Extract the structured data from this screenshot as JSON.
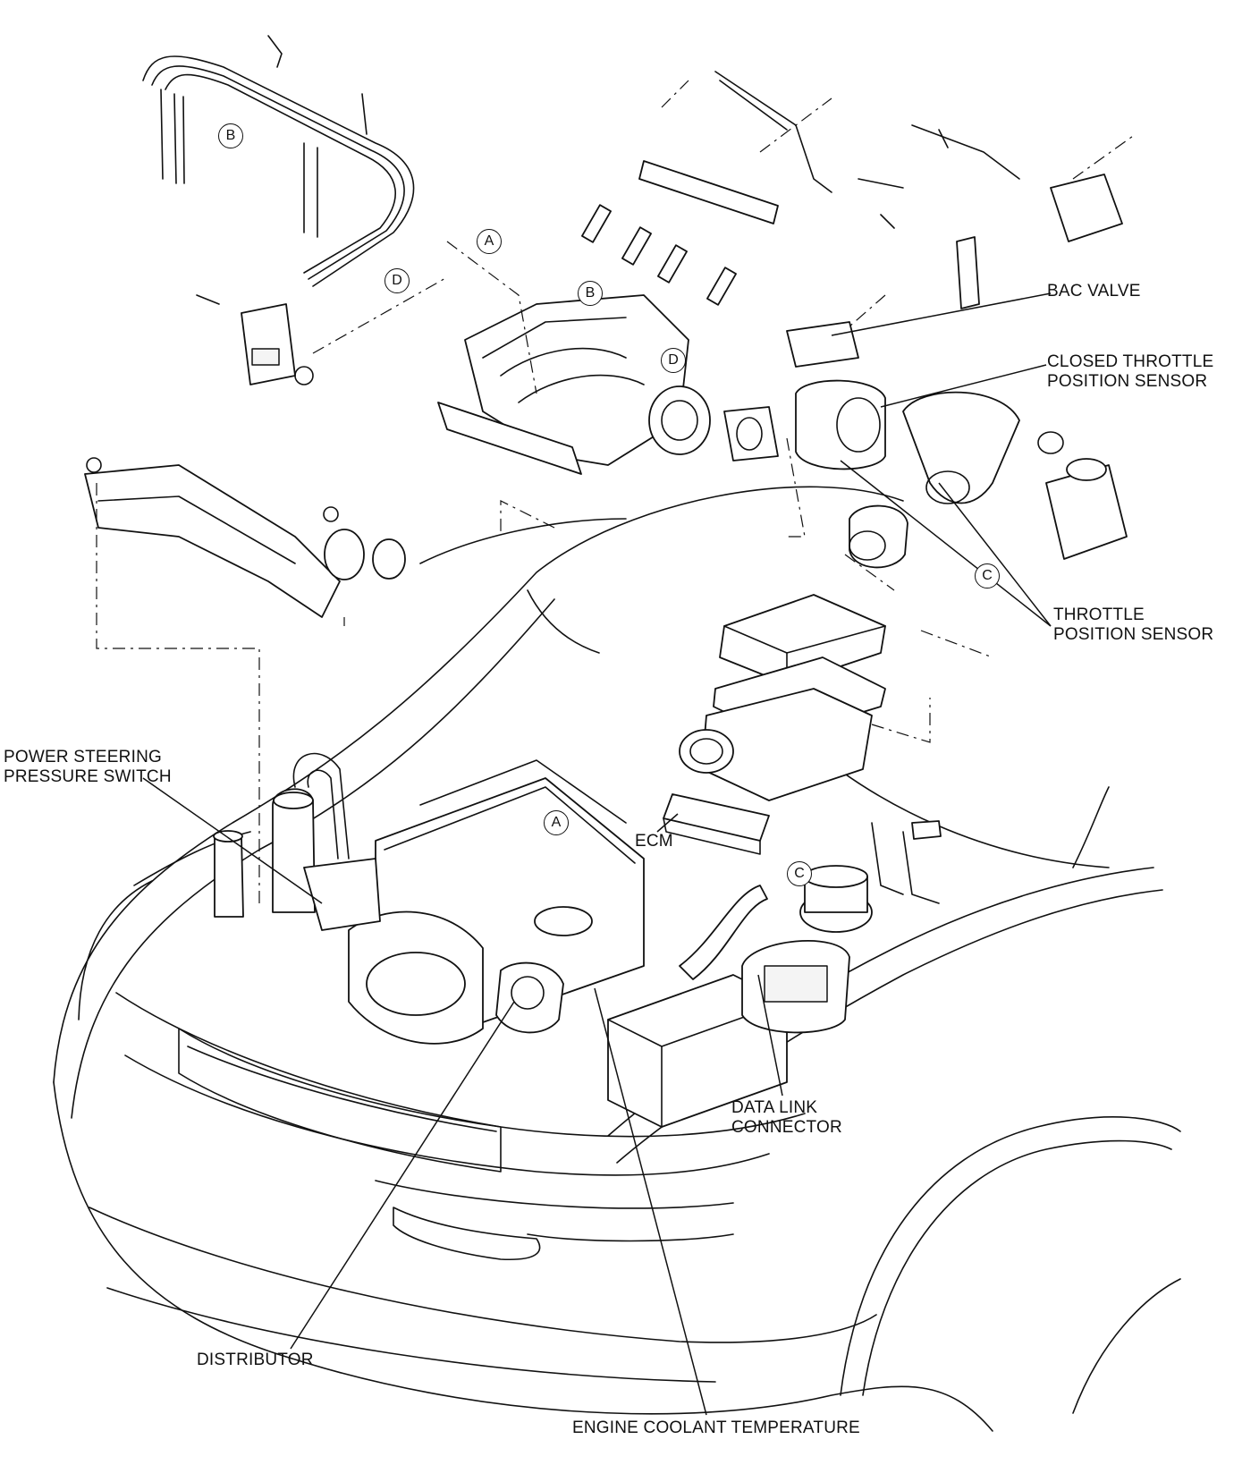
{
  "labels": {
    "bac_valve": "BAC VALVE",
    "closed_tps_line1": "CLOSED THROTTLE",
    "closed_tps_line2": "POSITION SENSOR",
    "tps_line1": "THROTTLE",
    "tps_line2": "POSITION SENSOR",
    "ps_switch_line1": "POWER STEERING",
    "ps_switch_line2": "PRESSURE SWITCH",
    "ecm": "ECM",
    "dlc_line1": "DATA LINK",
    "dlc_line2": "CONNECTOR",
    "distributor": "DISTRIBUTOR",
    "ect": "ENGINE COOLANT TEMPERATURE"
  },
  "callouts": {
    "a_top": "A",
    "b_left": "B",
    "b_manifold": "B",
    "d_left": "D",
    "d_manifold": "D",
    "c_throttle": "C",
    "a_engine": "A",
    "c_engine": "C"
  }
}
